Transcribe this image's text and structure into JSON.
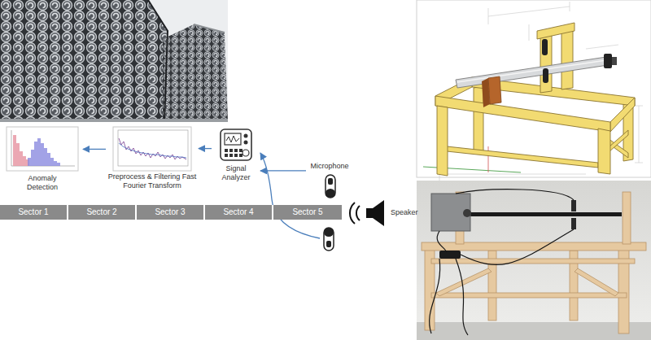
{
  "diagram": {
    "nodes": [
      {
        "text": [
          "Anomaly Detection"
        ]
      },
      {
        "text": [
          "Preprocess & Filtering Fast Fourier Transform"
        ]
      },
      {
        "text": [
          "Signal Analyzer"
        ]
      },
      {
        "text": [
          "Microphone"
        ]
      },
      {
        "text": [
          "Speaker"
        ]
      },
      {
        "text": [
          "Sector 1"
        ]
      },
      {
        "text": [
          "Sector 2"
        ]
      },
      {
        "text": [
          "Sector 3"
        ]
      },
      {
        "text": [
          "Sector 4"
        ]
      },
      {
        "text": [
          "Sector 5"
        ]
      }
    ],
    "edges": [
      {
        "from": 2,
        "to": 1,
        "arrow": "to"
      },
      {
        "from": 1,
        "to": 0,
        "arrow": "to"
      },
      {
        "from": 3,
        "to": 2,
        "arrow": "to"
      }
    ]
  }
}
